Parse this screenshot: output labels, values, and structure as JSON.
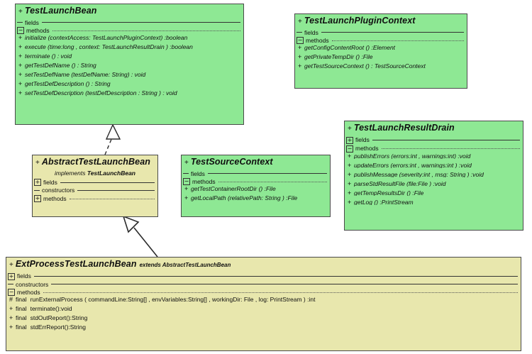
{
  "diagram": {
    "title": "UML Class Diagram",
    "colors": {
      "interface_fill": "#8ee894",
      "class_fill": "#e8e7ad",
      "border": "#4a4a4a",
      "background": "#ffffff"
    }
  },
  "classes": [
    {
      "id": "TestLaunchBean",
      "visibility": "+",
      "name": "TestLaunchBean",
      "stereotype": "",
      "subheader": "",
      "fill": "green",
      "sections": [
        {
          "kind": "fields",
          "label": "fields",
          "toggle": "dash",
          "rule": "solid",
          "members": []
        },
        {
          "kind": "methods",
          "label": "methods",
          "toggle": "minus",
          "rule": "dotted",
          "members": [
            {
              "vis": "+",
              "mod": "",
              "sig": "initialize (contextAccess: TestLaunchPluginContext) :boolean"
            },
            {
              "vis": "+",
              "mod": "",
              "sig": "execute (time:long , context: TestLaunchResultDrain ) :boolean"
            },
            {
              "vis": "+",
              "mod": "",
              "sig": "terminate () : void"
            },
            {
              "vis": "+",
              "mod": "",
              "sig": "getTestDefName () : String"
            },
            {
              "vis": "+",
              "mod": "",
              "sig": "setTestDefName (testDefName: String) : void"
            },
            {
              "vis": "+",
              "mod": "",
              "sig": "getTestDefDescription () : String"
            },
            {
              "vis": "+",
              "mod": "",
              "sig": "setTestDefDescription (testDefDescription : String ) : void"
            }
          ]
        }
      ]
    },
    {
      "id": "TestLaunchPluginContext",
      "visibility": "+",
      "name": "TestLaunchPluginContext",
      "stereotype": "",
      "subheader": "",
      "fill": "green",
      "sections": [
        {
          "kind": "fields",
          "label": "fields",
          "toggle": "dash",
          "rule": "solid",
          "members": []
        },
        {
          "kind": "methods",
          "label": "methods",
          "toggle": "minus",
          "rule": "dotted",
          "members": [
            {
              "vis": "+",
              "mod": "",
              "sig": "getConfigContentRoot () :Element"
            },
            {
              "vis": "+",
              "mod": "",
              "sig": "getPrivateTempDir () :File"
            },
            {
              "vis": "+",
              "mod": "",
              "sig": "getTestSourceContext () : TestSourceContext"
            }
          ]
        }
      ]
    },
    {
      "id": "TestLaunchResultDrain",
      "visibility": "+",
      "name": "TestLaunchResultDrain",
      "stereotype": "",
      "subheader": "",
      "fill": "green",
      "sections": [
        {
          "kind": "fields",
          "label": "fields",
          "toggle": "plus",
          "rule": "solid",
          "members": []
        },
        {
          "kind": "methods",
          "label": "methods",
          "toggle": "minus",
          "rule": "dotted",
          "members": [
            {
              "vis": "+",
              "mod": "",
              "sig": "publishErrors (errors:int ,  warnings:int) :void"
            },
            {
              "vis": "+",
              "mod": "",
              "sig": "updateErrors (errors:int ,  warnings:int ) :void"
            },
            {
              "vis": "+",
              "mod": "",
              "sig": "publishMessage (severity:int ,  msg: String ) :void"
            },
            {
              "vis": "+",
              "mod": "",
              "sig": "parseStdResultFile (file:File ) :void"
            },
            {
              "vis": "+",
              "mod": "",
              "sig": "getTempResultsDir () :File"
            },
            {
              "vis": "+",
              "mod": "",
              "sig": "getLog () :PrintStream"
            }
          ]
        }
      ]
    },
    {
      "id": "AbstractTestLaunchBean",
      "visibility": "+",
      "name": "AbstractTestLaunchBean",
      "stereotype": "",
      "subheader": {
        "keyword": "implements",
        "target": "TestLaunchBean"
      },
      "fill": "yellow",
      "sections": [
        {
          "kind": "fields",
          "label": "fields",
          "toggle": "plus",
          "rule": "solid",
          "members": []
        },
        {
          "kind": "constructors",
          "label": "constructors",
          "toggle": "dash",
          "rule": "solid",
          "members": []
        },
        {
          "kind": "methods",
          "label": "methods",
          "toggle": "plus",
          "rule": "dotted",
          "members": []
        }
      ]
    },
    {
      "id": "TestSourceContext",
      "visibility": "+",
      "name": "TestSourceContext",
      "stereotype": "",
      "subheader": "",
      "fill": "green",
      "sections": [
        {
          "kind": "fields",
          "label": "fields",
          "toggle": "dash",
          "rule": "solid",
          "members": []
        },
        {
          "kind": "methods",
          "label": "methods",
          "toggle": "minus",
          "rule": "dotted",
          "members": [
            {
              "vis": "+",
              "mod": "",
              "sig": "getTestContainerRootDir () :File"
            },
            {
              "vis": "+",
              "mod": "",
              "sig": "getLocalPath (relativePath: String ) :File"
            }
          ]
        }
      ]
    },
    {
      "id": "ExtProcessTestLaunchBean",
      "visibility": "+",
      "name": "ExtProcessTestLaunchBean",
      "stereotype": "extends AbstractTestLaunchBean",
      "subheader": "",
      "fill": "yellow",
      "sections": [
        {
          "kind": "fields",
          "label": "fields",
          "toggle": "plus",
          "rule": "solid",
          "members": []
        },
        {
          "kind": "constructors",
          "label": "constructors",
          "toggle": "dash",
          "rule": "solid",
          "members": []
        },
        {
          "kind": "methods",
          "label": "methods",
          "toggle": "minus",
          "rule": "dotted",
          "members": [
            {
              "vis": "#",
              "mod": "final",
              "sig": "runExternalProcess ( commandLine:String[] ,  envVariables:String[] ,  workingDir: File ,  log: PrintStream ) :int"
            },
            {
              "vis": "+",
              "mod": "final",
              "sig": "terminate():void"
            },
            {
              "vis": "+",
              "mod": "final",
              "sig": "stdOutReport():String"
            },
            {
              "vis": "+",
              "mod": "final",
              "sig": "stdErrReport():String"
            }
          ]
        }
      ]
    }
  ],
  "relationships": [
    {
      "id": "rel-realization",
      "from": "AbstractTestLaunchBean",
      "to": "TestLaunchBean",
      "type": "realization",
      "line": "dashed",
      "arrow": "hollow-triangle"
    },
    {
      "id": "rel-generalization",
      "from": "ExtProcessTestLaunchBean",
      "to": "AbstractTestLaunchBean",
      "type": "generalization",
      "line": "solid",
      "arrow": "hollow-triangle"
    }
  ]
}
